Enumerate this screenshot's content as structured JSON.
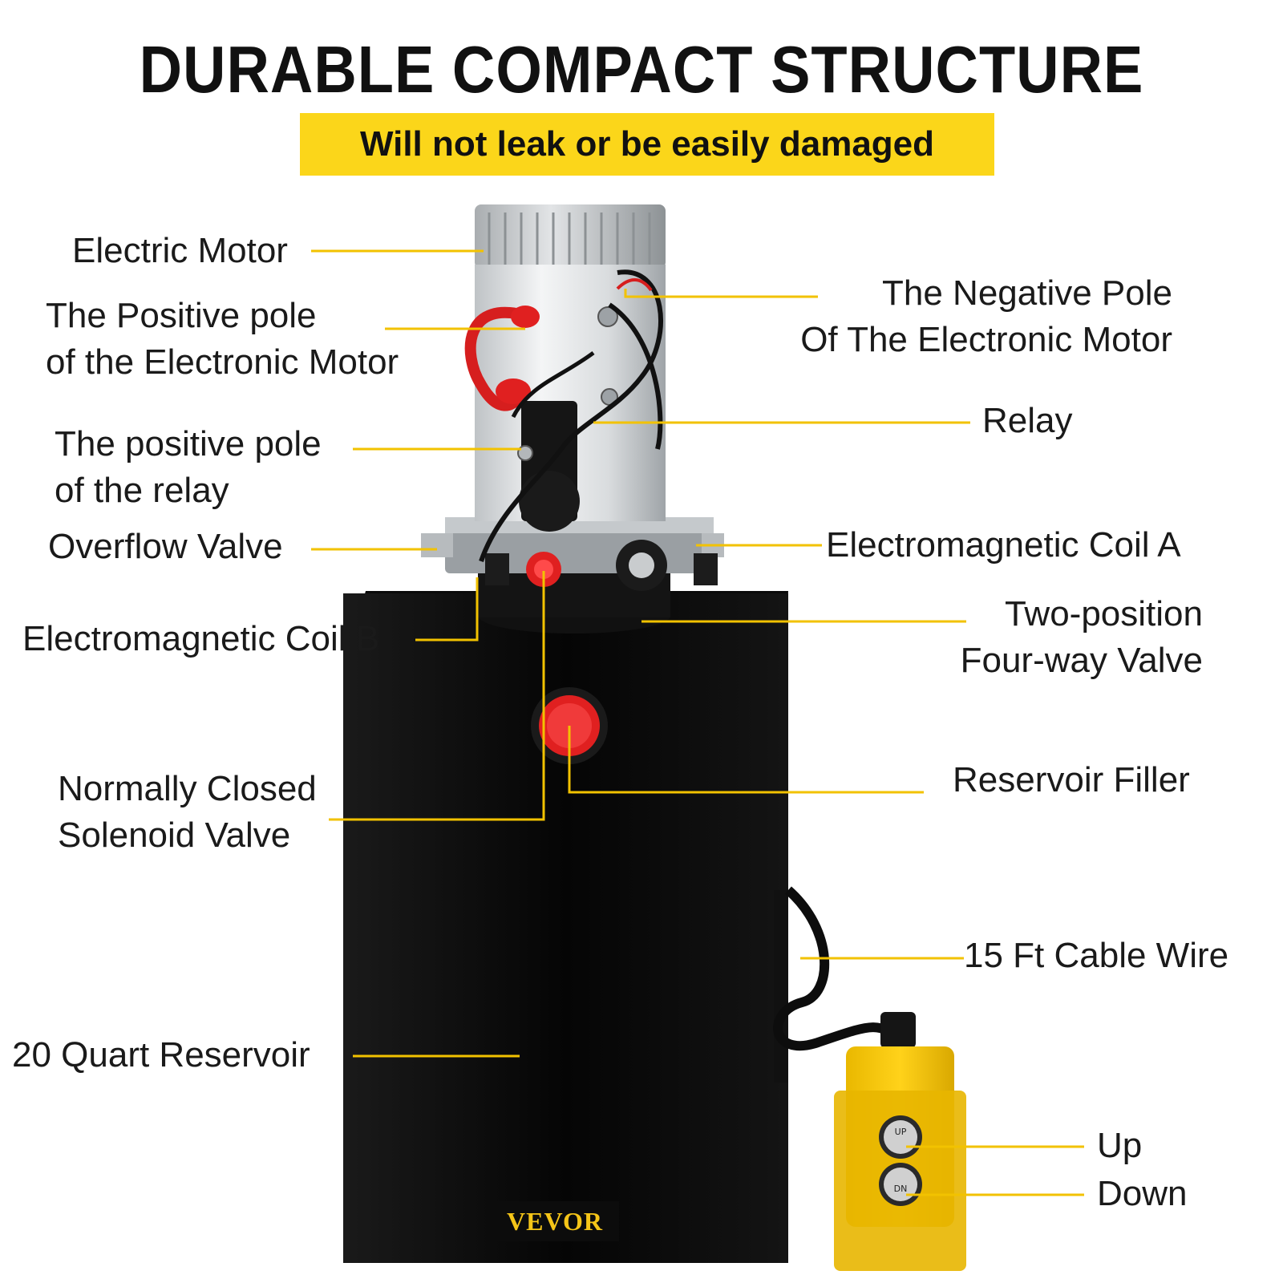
{
  "header": {
    "title": "DURABLE COMPACT STRUCTURE",
    "subtitle": "Will not leak or be easily damaged"
  },
  "labels": {
    "electric_motor": "Electric Motor",
    "positive_pole_motor": "The Positive pole\nof the Electronic Motor",
    "positive_pole_relay": "The positive pole\nof the relay",
    "overflow_valve": "Overflow Valve",
    "coil_b": "Electromagnetic Coil B",
    "solenoid_valve": "Normally Closed\nSolenoid Valve",
    "reservoir": "20 Quart Reservoir",
    "negative_pole": "The Negative Pole\nOf The Electronic Motor",
    "relay": "Relay",
    "coil_a": "Electromagnetic Coil A",
    "four_way_valve": "Two-position\nFour-way Valve",
    "reservoir_filler": "Reservoir Filler",
    "cable_wire": "15 Ft Cable Wire",
    "up": "Up",
    "down": "Down"
  },
  "product": {
    "brand": "VEVOR",
    "button_up_text": "UP",
    "button_down_text": "DN"
  },
  "colors": {
    "accent_yellow": "#fbd61a",
    "leader_line": "#f2c200",
    "tank": "#0b0b0b",
    "cap_red": "#e02020"
  }
}
